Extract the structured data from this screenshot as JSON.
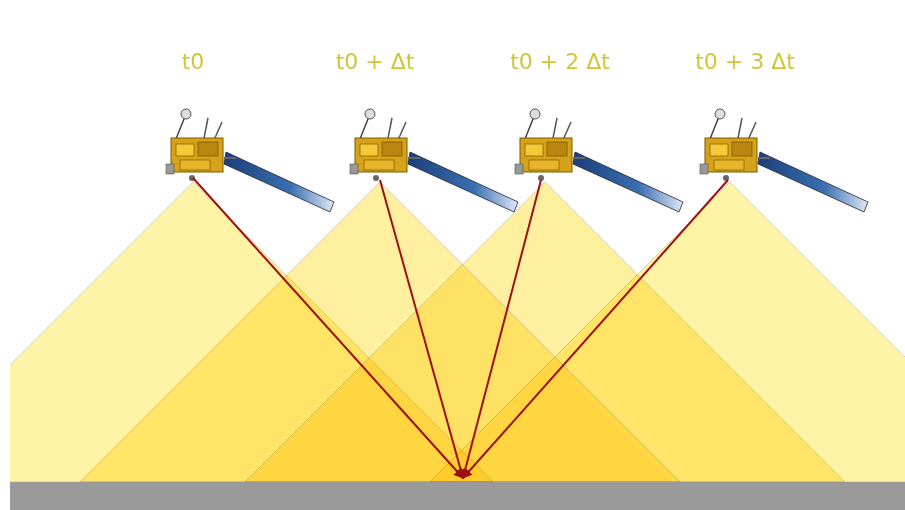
{
  "diagram": {
    "labels": [
      "t0",
      "t0 + Δt",
      "t0 + 2 Δt",
      "t0 + 3 Δt"
    ]
  }
}
